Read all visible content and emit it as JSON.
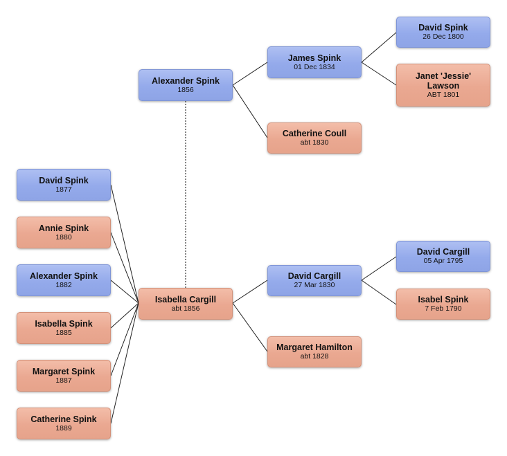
{
  "colors": {
    "male": "#94aaeb",
    "female": "#eaa891",
    "line": "#222222"
  },
  "people": {
    "alexander_1856": {
      "name": "Alexander Spink",
      "date": "1856"
    },
    "isabella_1856": {
      "name": "Isabella Cargill",
      "date": "abt 1856"
    },
    "james_1834": {
      "name": "James Spink",
      "date": "01 Dec 1834"
    },
    "catherine_coull": {
      "name": "Catherine Coull",
      "date": "abt 1830"
    },
    "david_spink_1800": {
      "name": "David Spink",
      "date": "26 Dec 1800"
    },
    "janet_lawson": {
      "name": "Janet 'Jessie' Lawson",
      "date": "ABT 1801"
    },
    "david_cargill_1830": {
      "name": "David Cargill",
      "date": "27 Mar 1830"
    },
    "margaret_hamilton": {
      "name": "Margaret Hamilton",
      "date": "abt 1828"
    },
    "david_cargill_1795": {
      "name": "David Cargill",
      "date": "05 Apr 1795"
    },
    "isabel_spink": {
      "name": "Isabel Spink",
      "date": "7 Feb 1790"
    }
  },
  "children": [
    {
      "name": "David Spink",
      "date": "1877"
    },
    {
      "name": "Annie Spink",
      "date": "1880"
    },
    {
      "name": "Alexander Spink",
      "date": "1882"
    },
    {
      "name": "Isabella Spink",
      "date": "1885"
    },
    {
      "name": "Margaret Spink",
      "date": "1887"
    },
    {
      "name": "Catherine Spink",
      "date": "1889"
    }
  ]
}
